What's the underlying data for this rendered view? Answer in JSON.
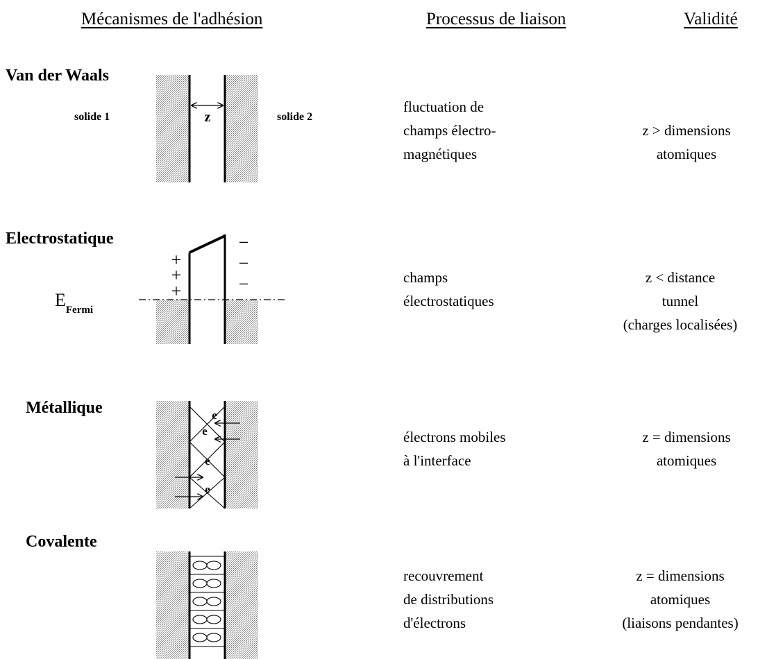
{
  "headers": {
    "mechanisms": "Mécanismes de l'adhésion",
    "process": "Processus de liaison",
    "validity": "Validité"
  },
  "rows": [
    {
      "mechanism": "Van der Waals",
      "solid1": "solide 1",
      "solid2": "solide 2",
      "gap_label": "z",
      "process_lines": [
        "fluctuation de",
        "champs électro-",
        "magnétiques"
      ],
      "validity_lines": [
        "z > dimensions",
        "atomiques"
      ]
    },
    {
      "mechanism": "Electrostatique",
      "fermi_main": "E",
      "fermi_sub": "Fermi",
      "plus_sign": "+",
      "minus_sign": "−",
      "process_lines": [
        "champs",
        "électrostatiques"
      ],
      "validity_lines": [
        "z < distance",
        "tunnel",
        "(charges localisées)"
      ]
    },
    {
      "mechanism": "Métallique",
      "electron_label": "e",
      "process_lines": [
        "électrons mobiles",
        "à l'interface"
      ],
      "validity_lines": [
        "z = dimensions",
        "atomiques"
      ]
    },
    {
      "mechanism": "Covalente",
      "process_lines": [
        "recouvrement",
        "de distributions",
        "d'électrons"
      ],
      "validity_lines": [
        "z = dimensions",
        "atomiques",
        "(liaisons pendantes)"
      ]
    }
  ]
}
